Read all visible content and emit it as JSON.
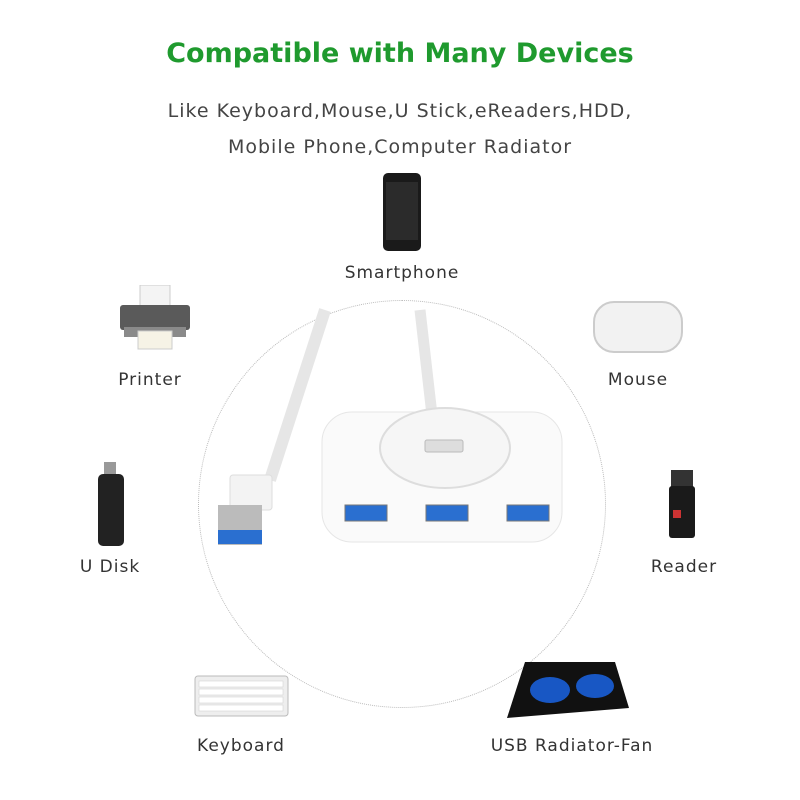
{
  "title": "Compatible with Many Devices",
  "subtitle_lines": [
    "Like Keyboard,Mouse,U Stick,eReaders,HDD,",
    "Mobile Phone,Computer Radiator"
  ],
  "devices": {
    "smartphone": "Smartphone",
    "printer": "Printer",
    "mouse": "Mouse",
    "udisk": "U Disk",
    "reader": "Reader",
    "keyboard": "Keyboard",
    "fan": "USB Radiator-Fan"
  },
  "colors": {
    "title": "#1f9a2e",
    "usb_blue": "#2a6fd0"
  }
}
